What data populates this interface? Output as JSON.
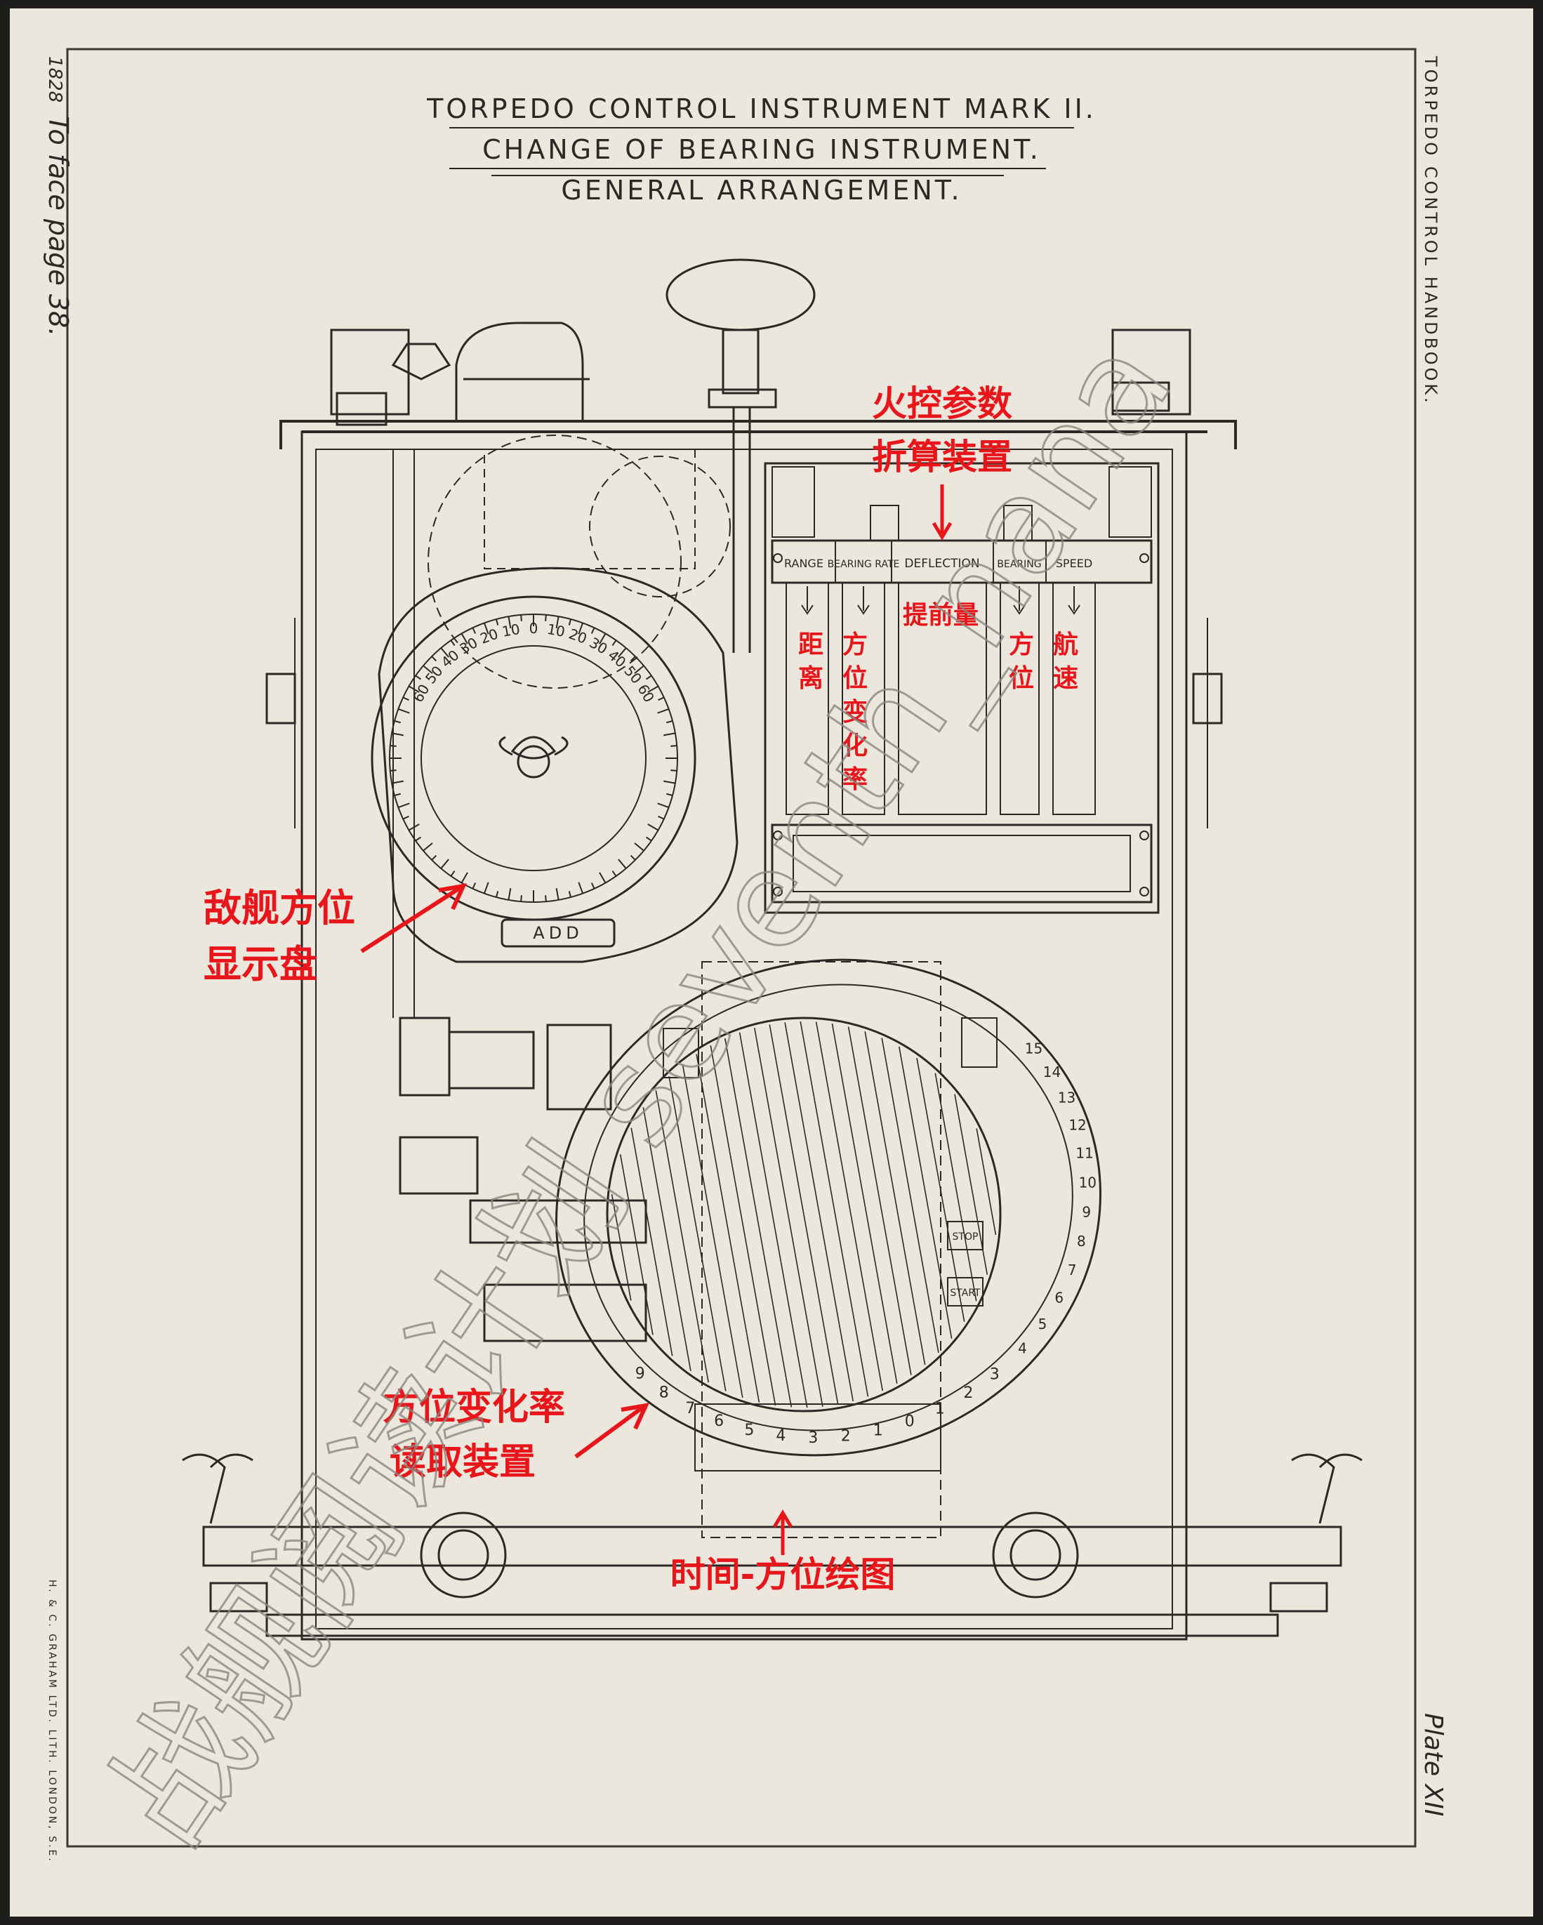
{
  "title": {
    "line1": "TORPEDO CONTROL INSTRUMENT MARK II.",
    "line2": "CHANGE OF BEARING INSTRUMENT.",
    "line3": "GENERAL ARRANGEMENT."
  },
  "margin": {
    "left_number": "1828",
    "left_note": "To face page 38.",
    "right_header": "TORPEDO CONTROL HANDBOOK.",
    "plate": "Plate XII",
    "printer": "H. & C. GRAHAM LTD. LITH. LONDON, S.E."
  },
  "panel": {
    "columns": [
      "RANGE",
      "BEARING RATE",
      "DEFLECTION",
      "BEARING",
      "SPEED"
    ]
  },
  "dial": {
    "top_labels": [
      "60",
      "50",
      "40",
      "30",
      "20",
      "10",
      "0",
      "10",
      "20",
      "30",
      "40",
      "50",
      "60"
    ],
    "add_label": "ADD"
  },
  "plot": {
    "stop_label": "STOP",
    "start_label": "START",
    "scale_left": [
      "9",
      "8",
      "7",
      "6",
      "5",
      "4",
      "3",
      "2",
      "1",
      "0",
      "1",
      "2",
      "3"
    ],
    "scale_right": [
      "4",
      "5",
      "6",
      "7",
      "8",
      "9",
      "10",
      "11",
      "12",
      "13",
      "14",
      "15"
    ]
  },
  "annotations": {
    "calc_device": [
      "火控参数",
      "折算装置"
    ],
    "range_cn": "距离",
    "bearing_rate_cn": "方位变化率",
    "deflection_cn": "提前量",
    "bearing_cn": "方位",
    "speed_cn": "航速",
    "enemy_bearing": [
      "敌舰方位",
      "显示盘"
    ],
    "rate_reader": [
      "方位变化率",
      "读取装置"
    ],
    "time_bearing": "时间-方位绘图"
  },
  "watermark": {
    "text": "战舰阅读计划 seventh_nana"
  },
  "colors": {
    "paper": "#ece7dc",
    "ink": "#2a2926",
    "annotation": "#e8151b",
    "background": "#1e1d1b"
  }
}
